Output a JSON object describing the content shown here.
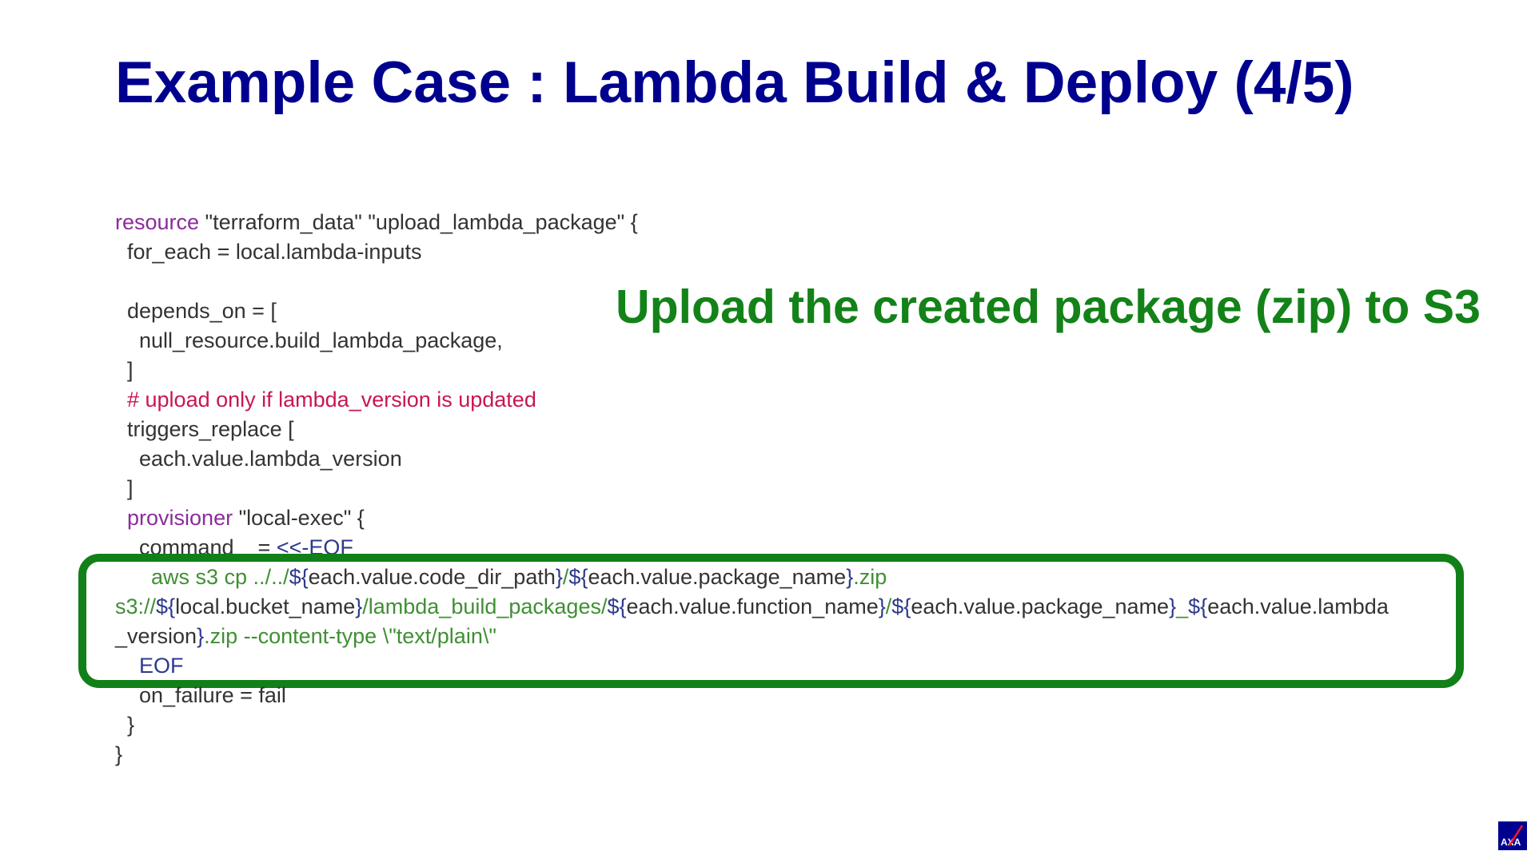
{
  "slide": {
    "title": "Example Case : Lambda Build & Deploy (4/5)",
    "callout": "Upload the created package (zip) to S3"
  },
  "code": {
    "l1": {
      "kw": "resource",
      "rest": " \"terraform_data\" \"upload_lambda_package\" {"
    },
    "l2": "  for_each = local.lambda-inputs",
    "l4": "  depends_on = [",
    "l5": "    null_resource.build_lambda_package,",
    "l6": "  ]",
    "l7": "  # upload only if lambda_version is updated",
    "l8": "  triggers_replace [",
    "l9": "    each.value.lambda_version",
    "l10": "  ]",
    "l11": {
      "indent": "  ",
      "kw": "provisioner",
      "rest": " \"local-exec\" {"
    },
    "l12": {
      "a": "    command    = ",
      "b": "<<-EOF"
    },
    "l13": {
      "p1": "      aws s3 cp ../../",
      "o1": "${",
      "v1": "each.value.code_dir_path",
      "o2": "}",
      "p2": "/",
      "o3": "${",
      "v2": "each.value.package_name",
      "o4": "}",
      "p3": ".zip"
    },
    "l14": {
      "p1": "s3://",
      "o1": "${",
      "v1": "local.bucket_name",
      "o2": "}",
      "p2": "/lambda_build_packages/",
      "o3": "${",
      "v2": "each.value.function_name",
      "o4": "}",
      "p3": "/",
      "o5": "${",
      "v3": "each.value.package_name",
      "o6": "}",
      "p4": "_",
      "o7": "${",
      "v4": "each.value.lambda",
      "v5": "_version",
      "o8": "}",
      "p5": ".zip --content-type \\\"text/plain\\\""
    },
    "l16": "    EOF",
    "l17": "    on_failure = fail",
    "l18": "  }",
    "l19": "}"
  },
  "logo": {
    "name": "axa-logo",
    "text": "AXA"
  },
  "colors": {
    "title": "#00008f",
    "callout": "#138218",
    "keyword": "#8b2c9b",
    "comment": "#c8174f",
    "interp": "#2e3a8c",
    "string": "#3f8f33",
    "box_border": "#118018"
  }
}
